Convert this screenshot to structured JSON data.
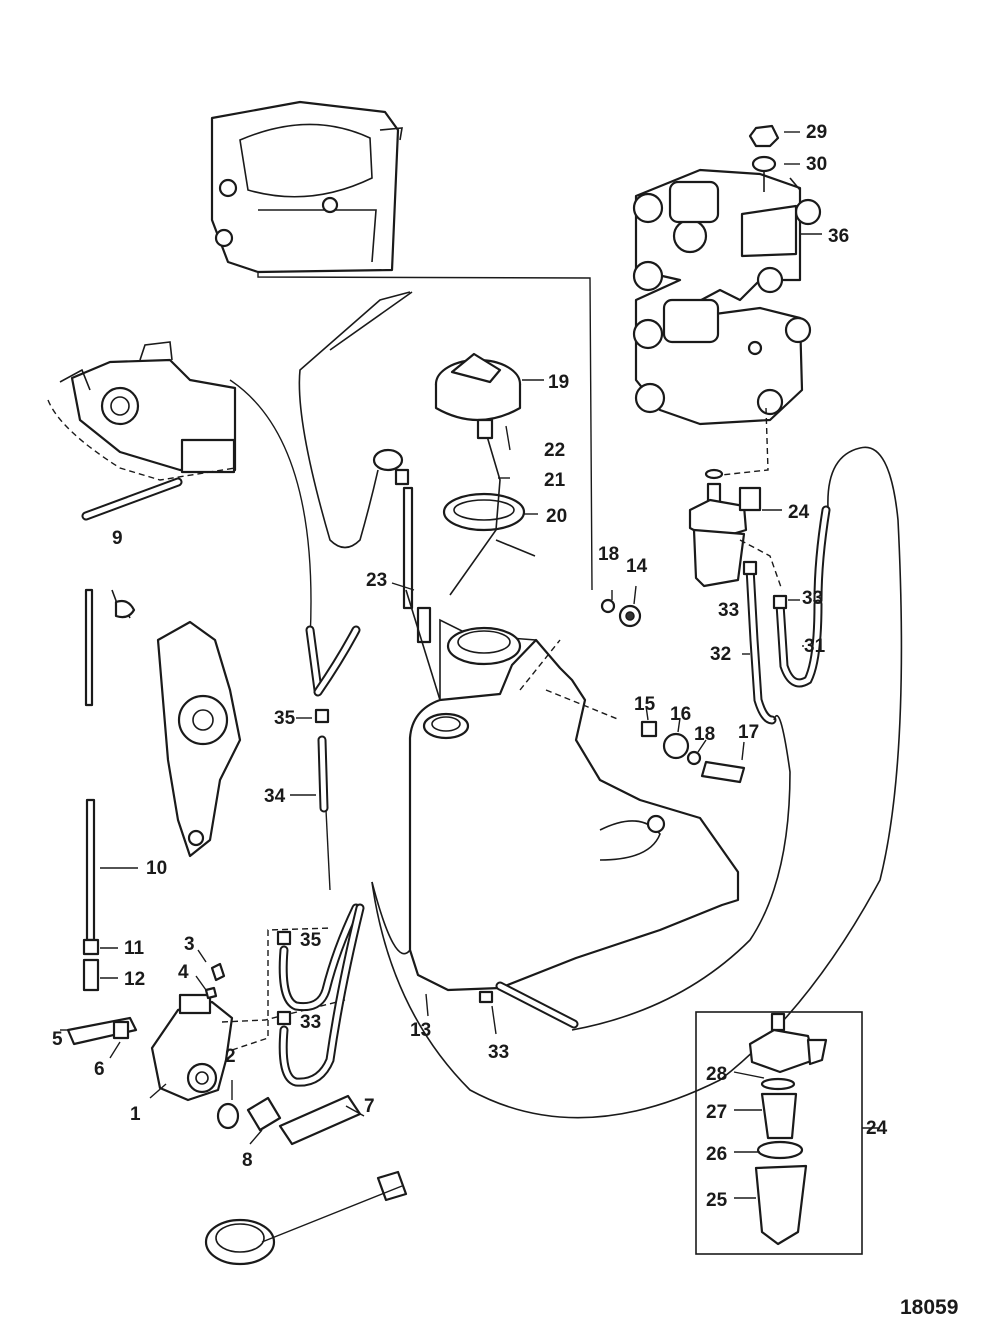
{
  "figure_number": "18059",
  "callouts": {
    "c1": "1",
    "c2": "2",
    "c3": "3",
    "c4": "4",
    "c5": "5",
    "c6": "6",
    "c7": "7",
    "c8": "8",
    "c9": "9",
    "c10": "10",
    "c11": "11",
    "c12": "12",
    "c13": "13",
    "c14": "14",
    "c15": "15",
    "c16": "16",
    "c17": "17",
    "c18a": "18",
    "c18b": "18",
    "c19": "19",
    "c20": "20",
    "c21": "21",
    "c22": "22",
    "c23": "23",
    "c24a": "24",
    "c24b": "24",
    "c25": "25",
    "c26": "26",
    "c27": "27",
    "c28": "28",
    "c29": "29",
    "c30": "30",
    "c31": "31",
    "c32": "32",
    "c33a": "33",
    "c33b": "33",
    "c33c": "33",
    "c33d": "33",
    "c34": "34",
    "c35a": "35",
    "c35b": "35",
    "c36": "36"
  }
}
